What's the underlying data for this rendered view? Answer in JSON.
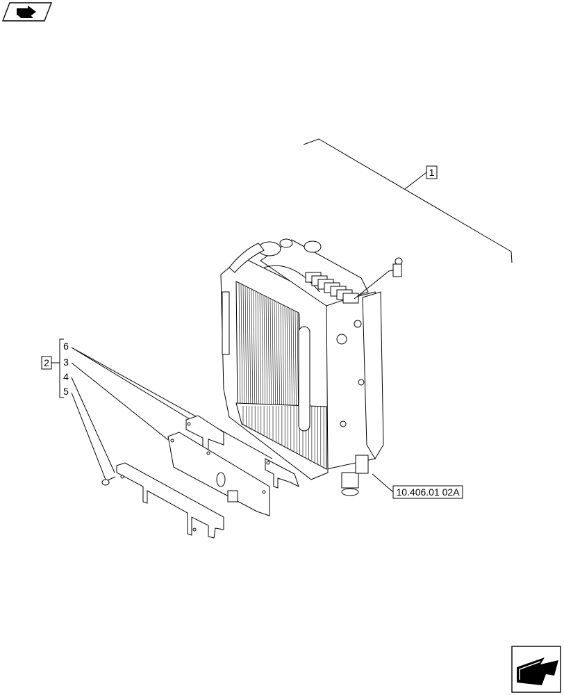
{
  "diagram": {
    "callouts": {
      "assembly": "1",
      "kit": "2",
      "kit_items": [
        "6",
        "3",
        "4",
        "5"
      ],
      "reference": "10.406.01 02A"
    },
    "icons": {
      "top_left": "book-arrow-icon",
      "bottom_right": "next-page-arrow-icon"
    }
  }
}
